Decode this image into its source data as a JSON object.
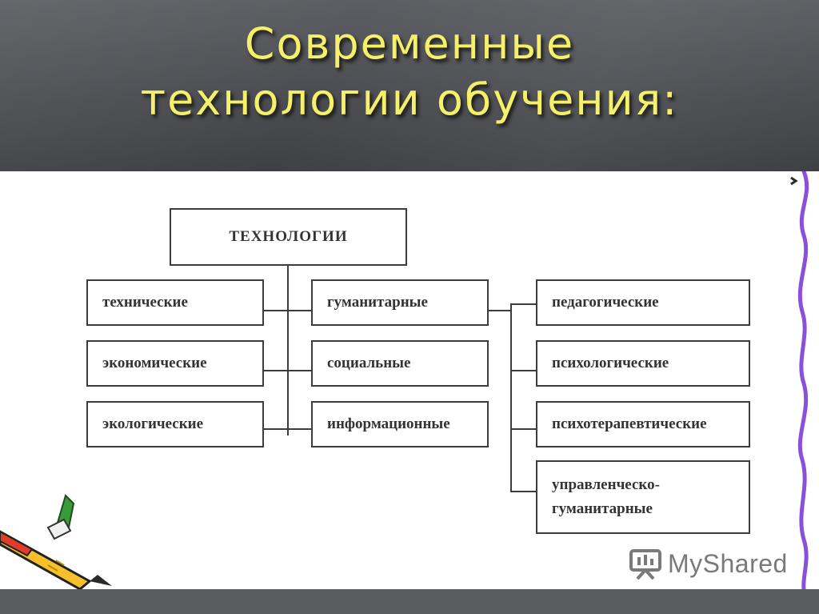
{
  "slide": {
    "title_line1": "Современные",
    "title_line2": "технологии обучения:"
  },
  "diagram": {
    "root": "ТЕХНОЛОГИИ",
    "column_left": [
      "технические",
      "экономические",
      "экологические"
    ],
    "column_middle": [
      "гуманитарные",
      "социальные",
      "информационные"
    ],
    "column_right": [
      "педагогические",
      "психологические",
      "психотерапевтические"
    ],
    "column_right_last": {
      "line1": "управленческо-",
      "line2": "гуманитарные"
    }
  },
  "watermark": {
    "text": "MyShared",
    "icon": "presentation-board-icon"
  },
  "decorations": {
    "squiggle_color": "#8a4fdb",
    "pencil_icon": "pencil-icon"
  }
}
